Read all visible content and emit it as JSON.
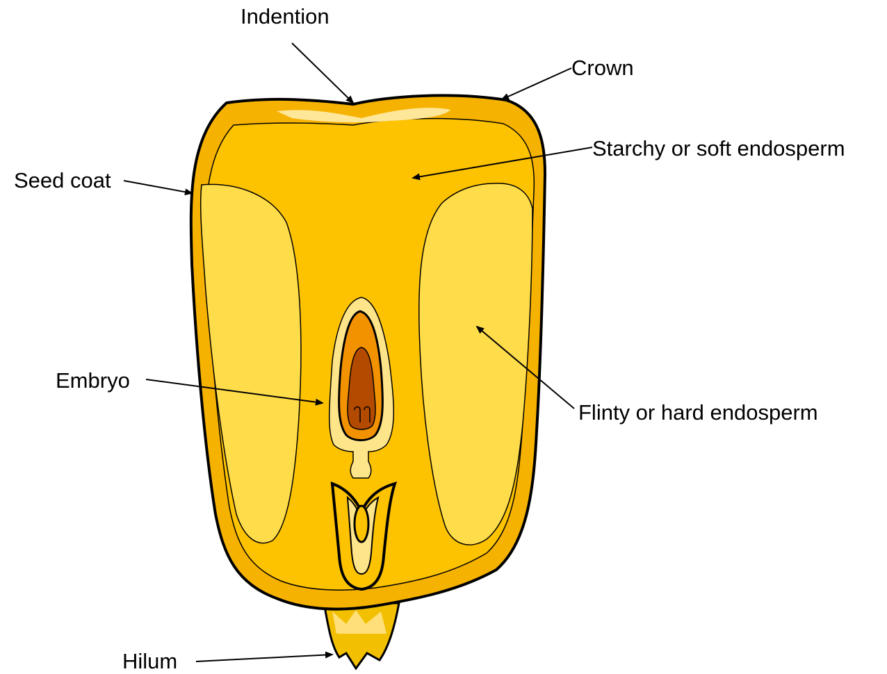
{
  "labels": {
    "indention": "Indention",
    "crown": "Crown",
    "starchy_endosperm": "Starchy or soft endosperm",
    "seed_coat": "Seed coat",
    "embryo": "Embryo",
    "flinty_endosperm": "Flinty or hard endosperm",
    "hilum": "Hilum"
  },
  "colors": {
    "seed_coat": "#f6b200",
    "starchy_endosperm": "#fdc300",
    "flinty_endosperm": "#ffdc4a",
    "highlight": "#ffe79a",
    "embryo_outer": "#ffe58a",
    "embryo_mid": "#f39200",
    "embryo_inner": "#b24a00",
    "hilum": "#f2c000",
    "outline": "#000000"
  }
}
